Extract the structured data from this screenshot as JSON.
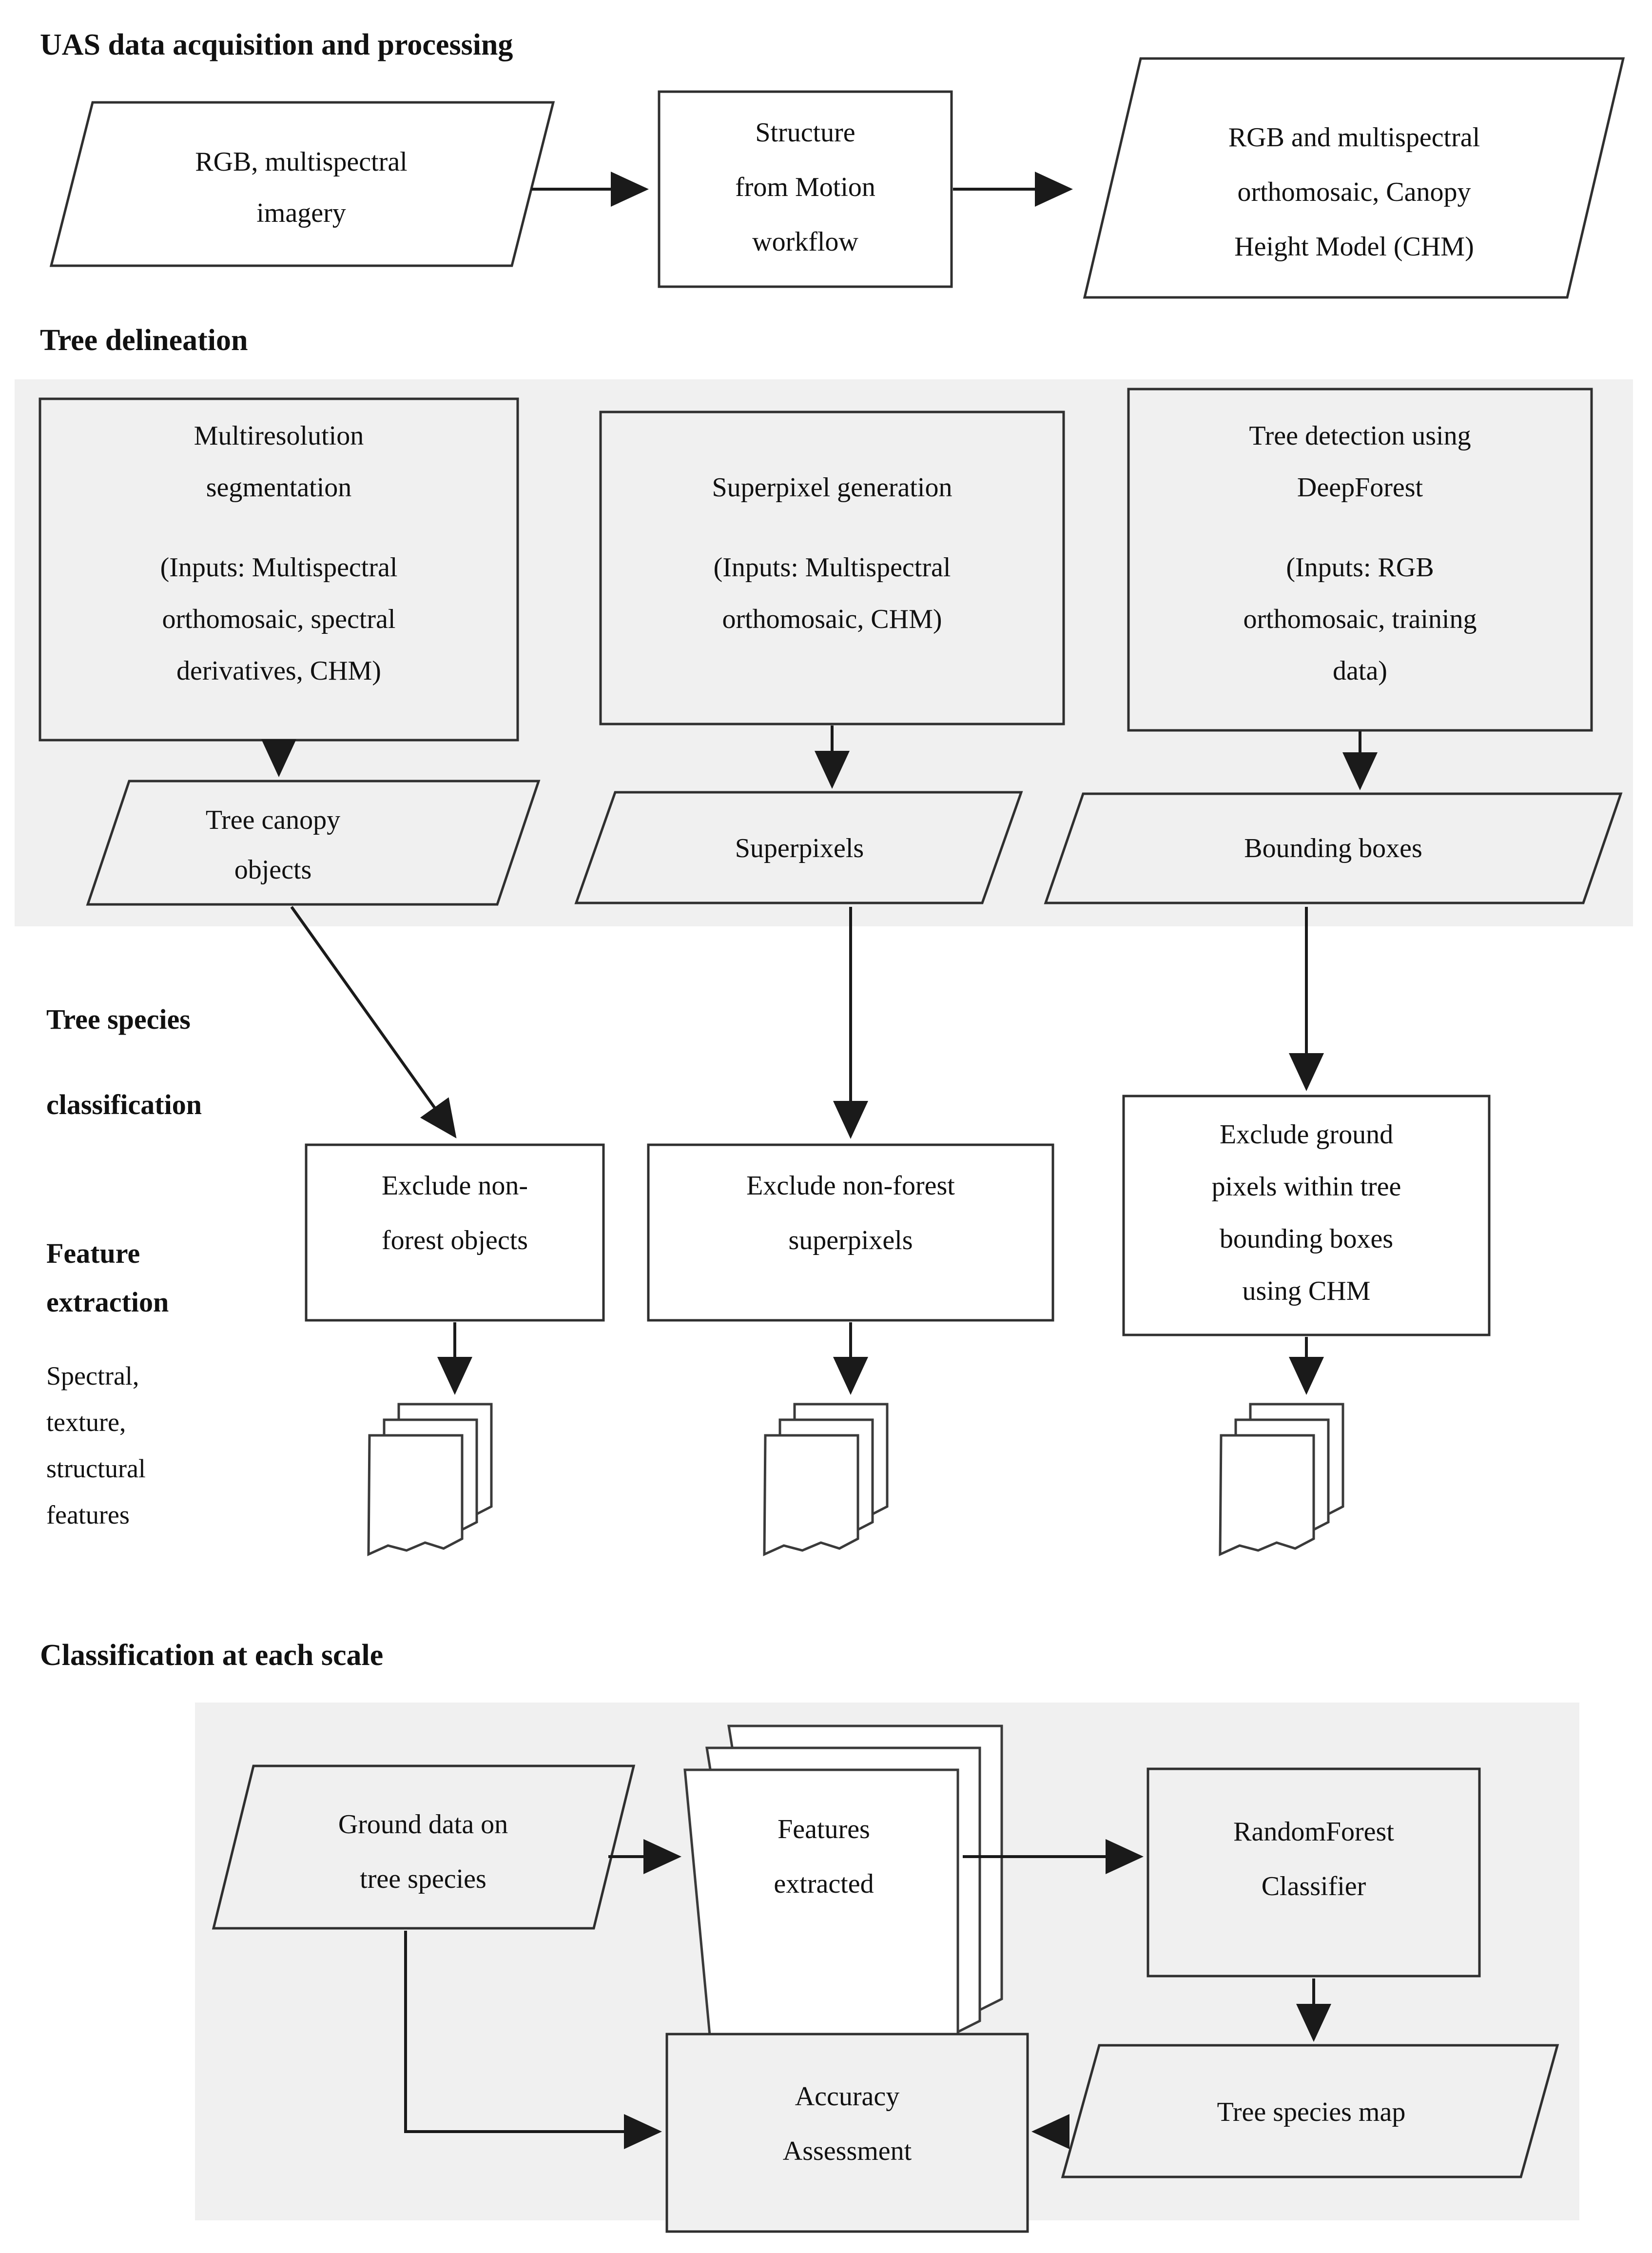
{
  "figure": {
    "title_sections": {
      "uas": "UAS data acquisition and processing",
      "delineation": "Tree delineation",
      "classification_l1": "Tree species",
      "classification_l2": "classification",
      "feature_l1": "Feature",
      "feature_l2": "extraction",
      "classification_scale": "Classification at each scale"
    },
    "side_notes": {
      "features_l1": "Spectral,",
      "features_l2": "texture,",
      "features_l3": "structural",
      "features_l4": "features"
    },
    "colors": {
      "band": "#f0f0f0",
      "stroke": "#2f2f2f",
      "connector": "#1a1a1a",
      "text": "#111111",
      "canvas": "#ffffff"
    }
  },
  "uas_row": {
    "input": {
      "lines": [
        "RGB, multispectral",
        "imagery"
      ],
      "shape": "parallelogram"
    },
    "process": {
      "lines": [
        "Structure",
        "from Motion",
        "workflow"
      ],
      "shape": "rectangle"
    },
    "output": {
      "lines": [
        "RGB and multispectral",
        "orthomosaic, Canopy",
        "Height Model (CHM)"
      ],
      "shape": "parallelogram"
    }
  },
  "delineation_row": {
    "columns": [
      {
        "process": {
          "lines": [
            "Multiresolution",
            "segmentation",
            "",
            "(Inputs: Multispectral",
            "orthomosaic, spectral",
            "derivatives, CHM)"
          ],
          "shape": "rectangle"
        },
        "result": {
          "lines": [
            "Tree canopy",
            "objects"
          ],
          "shape": "parallelogram"
        }
      },
      {
        "process": {
          "lines": [
            "Superpixel generation",
            "",
            "(Inputs: Multispectral",
            "orthomosaic, CHM)"
          ],
          "shape": "rectangle"
        },
        "result": {
          "lines": [
            "Superpixels"
          ],
          "shape": "parallelogram"
        }
      },
      {
        "process": {
          "lines": [
            "Tree detection using",
            "DeepForest",
            "",
            "(Inputs: RGB",
            "orthomosaic, training",
            "data)"
          ],
          "shape": "rectangle"
        },
        "result": {
          "lines": [
            "Bounding boxes"
          ],
          "shape": "parallelogram"
        }
      }
    ]
  },
  "exclude_row": {
    "columns": [
      {
        "lines": [
          "Exclude non-",
          "forest objects"
        ],
        "shape": "rectangle"
      },
      {
        "lines": [
          "Exclude non-forest",
          "superpixels"
        ],
        "shape": "rectangle"
      },
      {
        "lines": [
          "Exclude ground",
          "pixels within tree",
          "bounding boxes",
          "using CHM"
        ],
        "shape": "rectangle"
      }
    ]
  },
  "feature_outputs": {
    "columns": [
      {
        "shape": "document-stack",
        "label": ""
      },
      {
        "shape": "document-stack",
        "label": ""
      },
      {
        "shape": "document-stack",
        "label": ""
      }
    ]
  },
  "classification_panel": {
    "ground_data": {
      "lines": [
        "Ground data on",
        "tree species"
      ],
      "shape": "parallelogram"
    },
    "features_extracted": {
      "lines": [
        "Features",
        "extracted"
      ],
      "shape": "document-stack"
    },
    "classifier": {
      "lines": [
        "RandomForest",
        "Classifier"
      ],
      "shape": "rectangle"
    },
    "species_map": {
      "lines": [
        "Tree species map"
      ],
      "shape": "parallelogram"
    },
    "accuracy": {
      "lines": [
        "Accuracy",
        "Assessment"
      ],
      "shape": "rectangle"
    }
  }
}
